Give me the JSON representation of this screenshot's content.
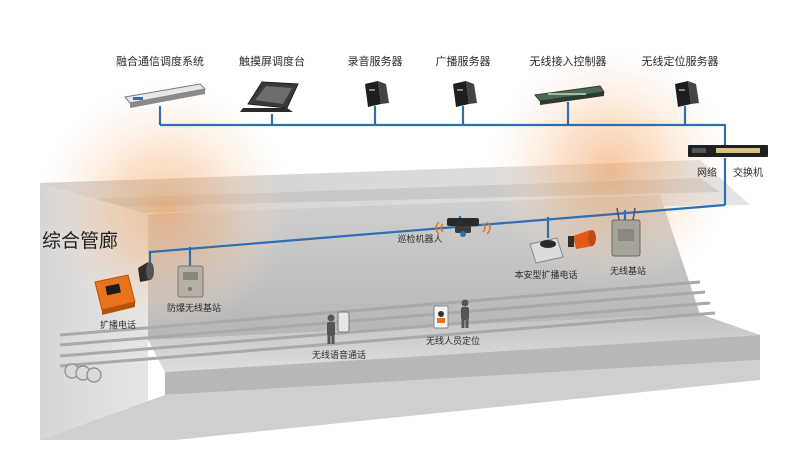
{
  "equipment": {
    "dispatch_system": "融合通信调度系统",
    "touch_console": "触摸屏调度台",
    "recording_server": "录音服务器",
    "broadcast_server": "广播服务器",
    "wireless_controller": "无线接入控制器",
    "positioning_server": "无线定位服务器"
  },
  "network": {
    "label_a": "网络",
    "label_b": "交换机"
  },
  "corridor": {
    "title": "综合管廊"
  },
  "devices": {
    "patrol_robot": "巡检机器人",
    "intrinsic_phone": "本安型扩播电话",
    "wireless_base_right": "无线基站",
    "broadcast_phone": "扩播电话",
    "explosion_proof_base": "防爆无线基站",
    "wireless_voice": "无线语音通话",
    "personnel_positioning": "无线人员定位"
  },
  "colors": {
    "network_line": "#2f6fae",
    "glow": "#f6b782",
    "alarm_orange": "#e9731b",
    "concrete": "#c9c9c9"
  }
}
